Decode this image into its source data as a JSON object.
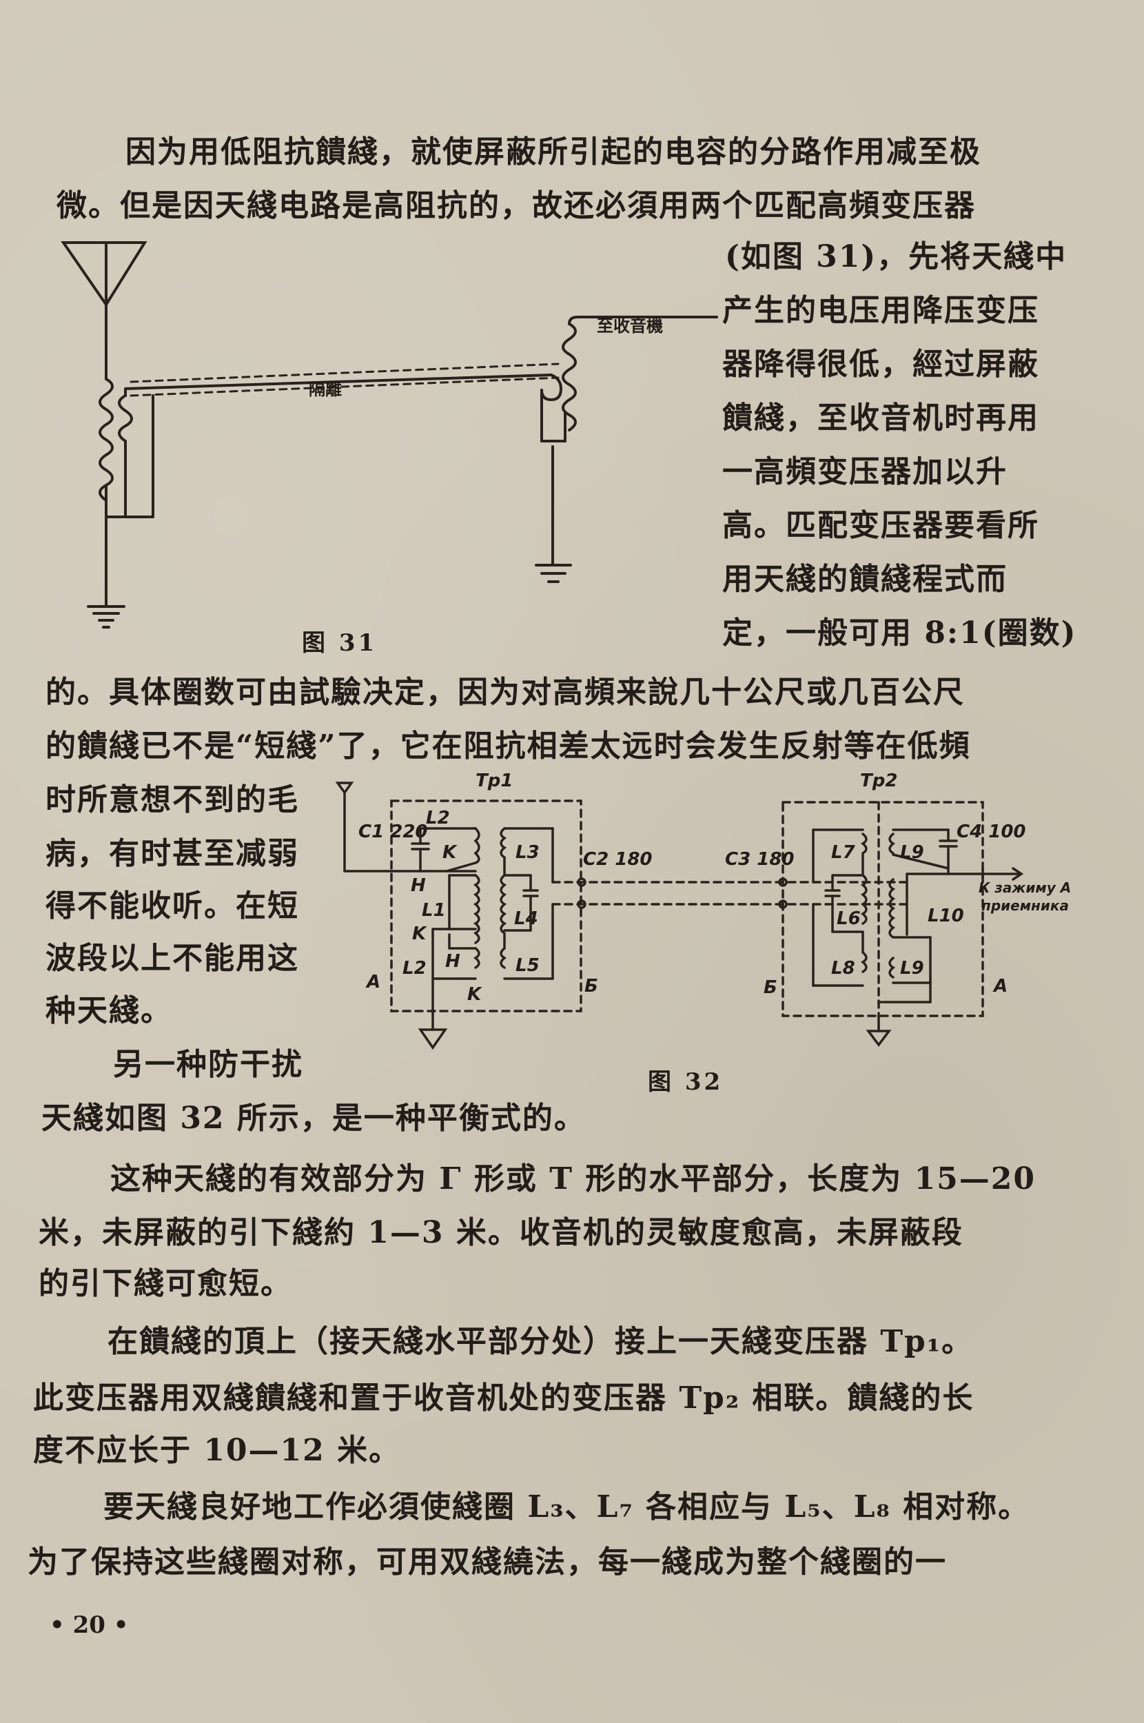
{
  "page": {
    "number": "• 20 •",
    "paragraph1": {
      "line1": "因为用低阻抗饋綫，就使屏蔽所引起的电容的分路作用减至极",
      "line2": "微。但是因天綫电路是高阻抗的，故还必須用两个匹配高頻变压器"
    },
    "right_column": [
      "(如图 31)，先将天綫中",
      "产生的电压用降压变压",
      "器降得很低，經过屏蔽",
      "饋綫，至收音机时再用",
      "一高頻变压器加以升",
      "高。匹配变压器要看所",
      "用天綫的饋綫程式而",
      "定，一般可用 8:1(圈数)"
    ],
    "paragraph1_cont": {
      "line1": "的。具体圈数可由試驗决定，因为对高頻来說几十公尺或几百公尺",
      "line2": "的饋綫已不是“短綫”了，它在阻抗相差太远时会发生反射等在低頻"
    },
    "left_column": [
      "时所意想不到的毛",
      "病，有时甚至减弱",
      "得不能收听。在短",
      "波段以上不能用这",
      "种天綫。",
      "另一种防干扰"
    ],
    "paragraph2_end": "天綫如图 32 所示，是一种平衡式的。",
    "paragraph3": [
      "这种天綫的有效部分为 Γ 形或 T 形的水平部分，长度为 15—20",
      "米，未屏蔽的引下綫約 1—3 米。收音机的灵敏度愈高，未屏蔽段",
      "的引下綫可愈短。"
    ],
    "paragraph4": [
      "在饋綫的頂上（接天綫水平部分处）接上一天綫变压器 Tp₁。",
      "此变压器用双綫饋綫和置于收音机处的变压器 Tp₂ 相联。饋綫的长",
      "度不应长于 10—12 米。"
    ],
    "paragraph5": [
      "要天綫良好地工作必須使綫圈 L₃、L₇ 各相应与 L₅、L₈ 相对称。",
      "为了保持这些綫圈对称，可用双綫繞法，每一綫成为整个綫圈的一"
    ]
  },
  "figure31": {
    "caption": "图  31",
    "label_shield": "隔離",
    "label_to_receiver": "至收音機"
  },
  "figure32": {
    "caption": "图 32",
    "labels": {
      "tp1": "Tp1",
      "tp2": "Tp2",
      "c1": "C1 220",
      "c2": "C2 180",
      "c3": "C3 180",
      "c4": "C4 100",
      "l1": "L1",
      "l2_top": "L2",
      "l2_bottom": "L2",
      "l3": "L3",
      "l4": "L4",
      "l5": "L5",
      "l7": "L7",
      "l6": "L6",
      "l8": "L8",
      "l9_top": "L9",
      "l9_bottom": "L9",
      "l10": "L10",
      "h_top": "H",
      "h_bottom": "H",
      "k_top": "K",
      "k_mid": "K",
      "k_bottom": "K",
      "a_left": "A",
      "b_left": "Б",
      "b_right": "Б",
      "a_right": "A",
      "to_receiver": "К зажиму А",
      "to_receiver2": "приемника"
    }
  }
}
